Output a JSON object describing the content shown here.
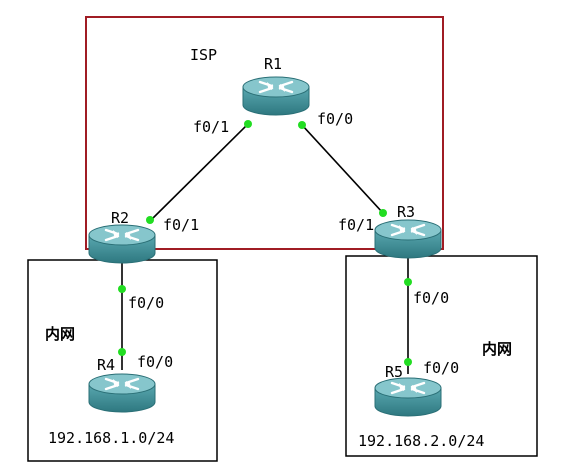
{
  "colors": {
    "isp_border": "#a01c24",
    "lan_border": "#000000",
    "link": "#000000",
    "port_dot": "#22dd22",
    "router_body": "#3e8f98",
    "router_top": "#7fc0c6",
    "router_arrows": "#ffffff"
  },
  "regions": {
    "isp": {
      "label": "ISP"
    },
    "lan_left": {
      "label": "内网",
      "subnet": "192.168.1.0/24"
    },
    "lan_right": {
      "label": "内网",
      "subnet": "192.168.2.0/24"
    }
  },
  "routers": [
    {
      "id": "r1",
      "name": "R1"
    },
    {
      "id": "r2",
      "name": "R2"
    },
    {
      "id": "r3",
      "name": "R3"
    },
    {
      "id": "r4",
      "name": "R4"
    },
    {
      "id": "r5",
      "name": "R5"
    }
  ],
  "links": [
    {
      "from": "R1",
      "to": "R2",
      "from_port": "f0/1",
      "to_port": "f0/1"
    },
    {
      "from": "R1",
      "to": "R3",
      "from_port": "f0/0",
      "to_port": "f0/1"
    },
    {
      "from": "R2",
      "to": "R4",
      "from_port": "f0/0",
      "to_port": "f0/0"
    },
    {
      "from": "R3",
      "to": "R5",
      "from_port": "f0/0",
      "to_port": "f0/0"
    }
  ]
}
